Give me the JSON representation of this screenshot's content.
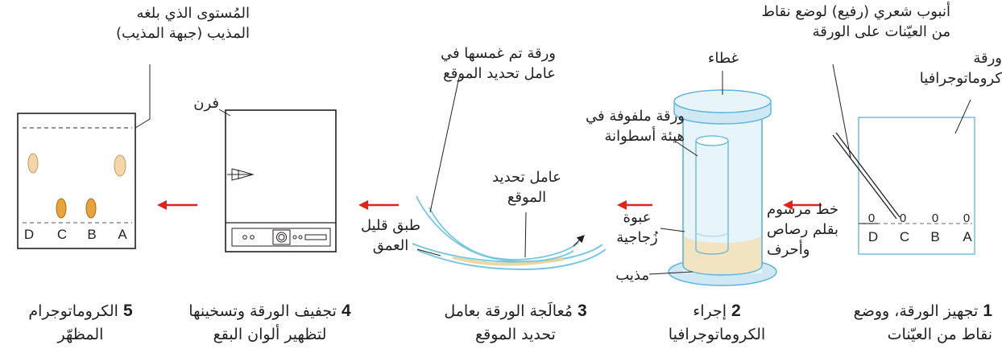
{
  "step1": {
    "paper_label": [
      "ورقة",
      "كروماتوجرافيا"
    ],
    "capillary_label": [
      "أنبوب شعري (رفيع) لوضع نقاط",
      "من العيّنات على الورقة"
    ],
    "pencil_line_label": [
      "خط مرسوم",
      "بقلم رصاص",
      "وأحرف"
    ],
    "spot_letters": [
      "D",
      "C",
      "B",
      "A"
    ],
    "spot_mark": "0",
    "caption_number": "1",
    "caption_lines": [
      "تجهيز الورقة، ووضع",
      "نقاط من العيّنات"
    ]
  },
  "step2": {
    "lid_label": "غطاء",
    "rolled_paper_label": [
      "ورقة ملفوفة في",
      "هيئة أسطوانة"
    ],
    "jar_label": [
      "عبوة",
      "زُجاجية"
    ],
    "solvent_label": "مذيب",
    "caption_number": "2",
    "caption_lines": [
      "إجراء",
      "الكروماتوجرافيا"
    ]
  },
  "step3": {
    "dipped_paper_label": [
      "ورقة تم غمسها في",
      "عامل تحديد الموقع"
    ],
    "locating_agent_label": [
      "عامل تحديد",
      "الموقع"
    ],
    "shallow_dish_label": [
      "طبق قليل",
      "العمق"
    ],
    "caption_number": "3",
    "caption_lines": [
      "مُعالَجة الورقة بعامل",
      "تحديد الموقع"
    ]
  },
  "step4": {
    "oven_label": "فرن",
    "caption_number": "4",
    "caption_lines": [
      "تجفيف الورقة وتسخينها",
      "لتظهير ألوان البقع"
    ]
  },
  "step5": {
    "solvent_front_label": [
      "المُستوى الذي بلغه",
      "المذيب (جبهة المذيب)"
    ],
    "spot_letters": [
      "D",
      "C",
      "B",
      "A"
    ],
    "caption_number": "5",
    "caption_lines": [
      "الكروماتوجرام",
      "المظهّر"
    ]
  },
  "colors": {
    "arrow": "#e2231a",
    "paper_outline": "#74c6e2",
    "glass": "#cfe8f4",
    "solvent": "#f3dfb6",
    "spot_light": "#f5d6ab",
    "spot_dark": "#e8a33b"
  }
}
